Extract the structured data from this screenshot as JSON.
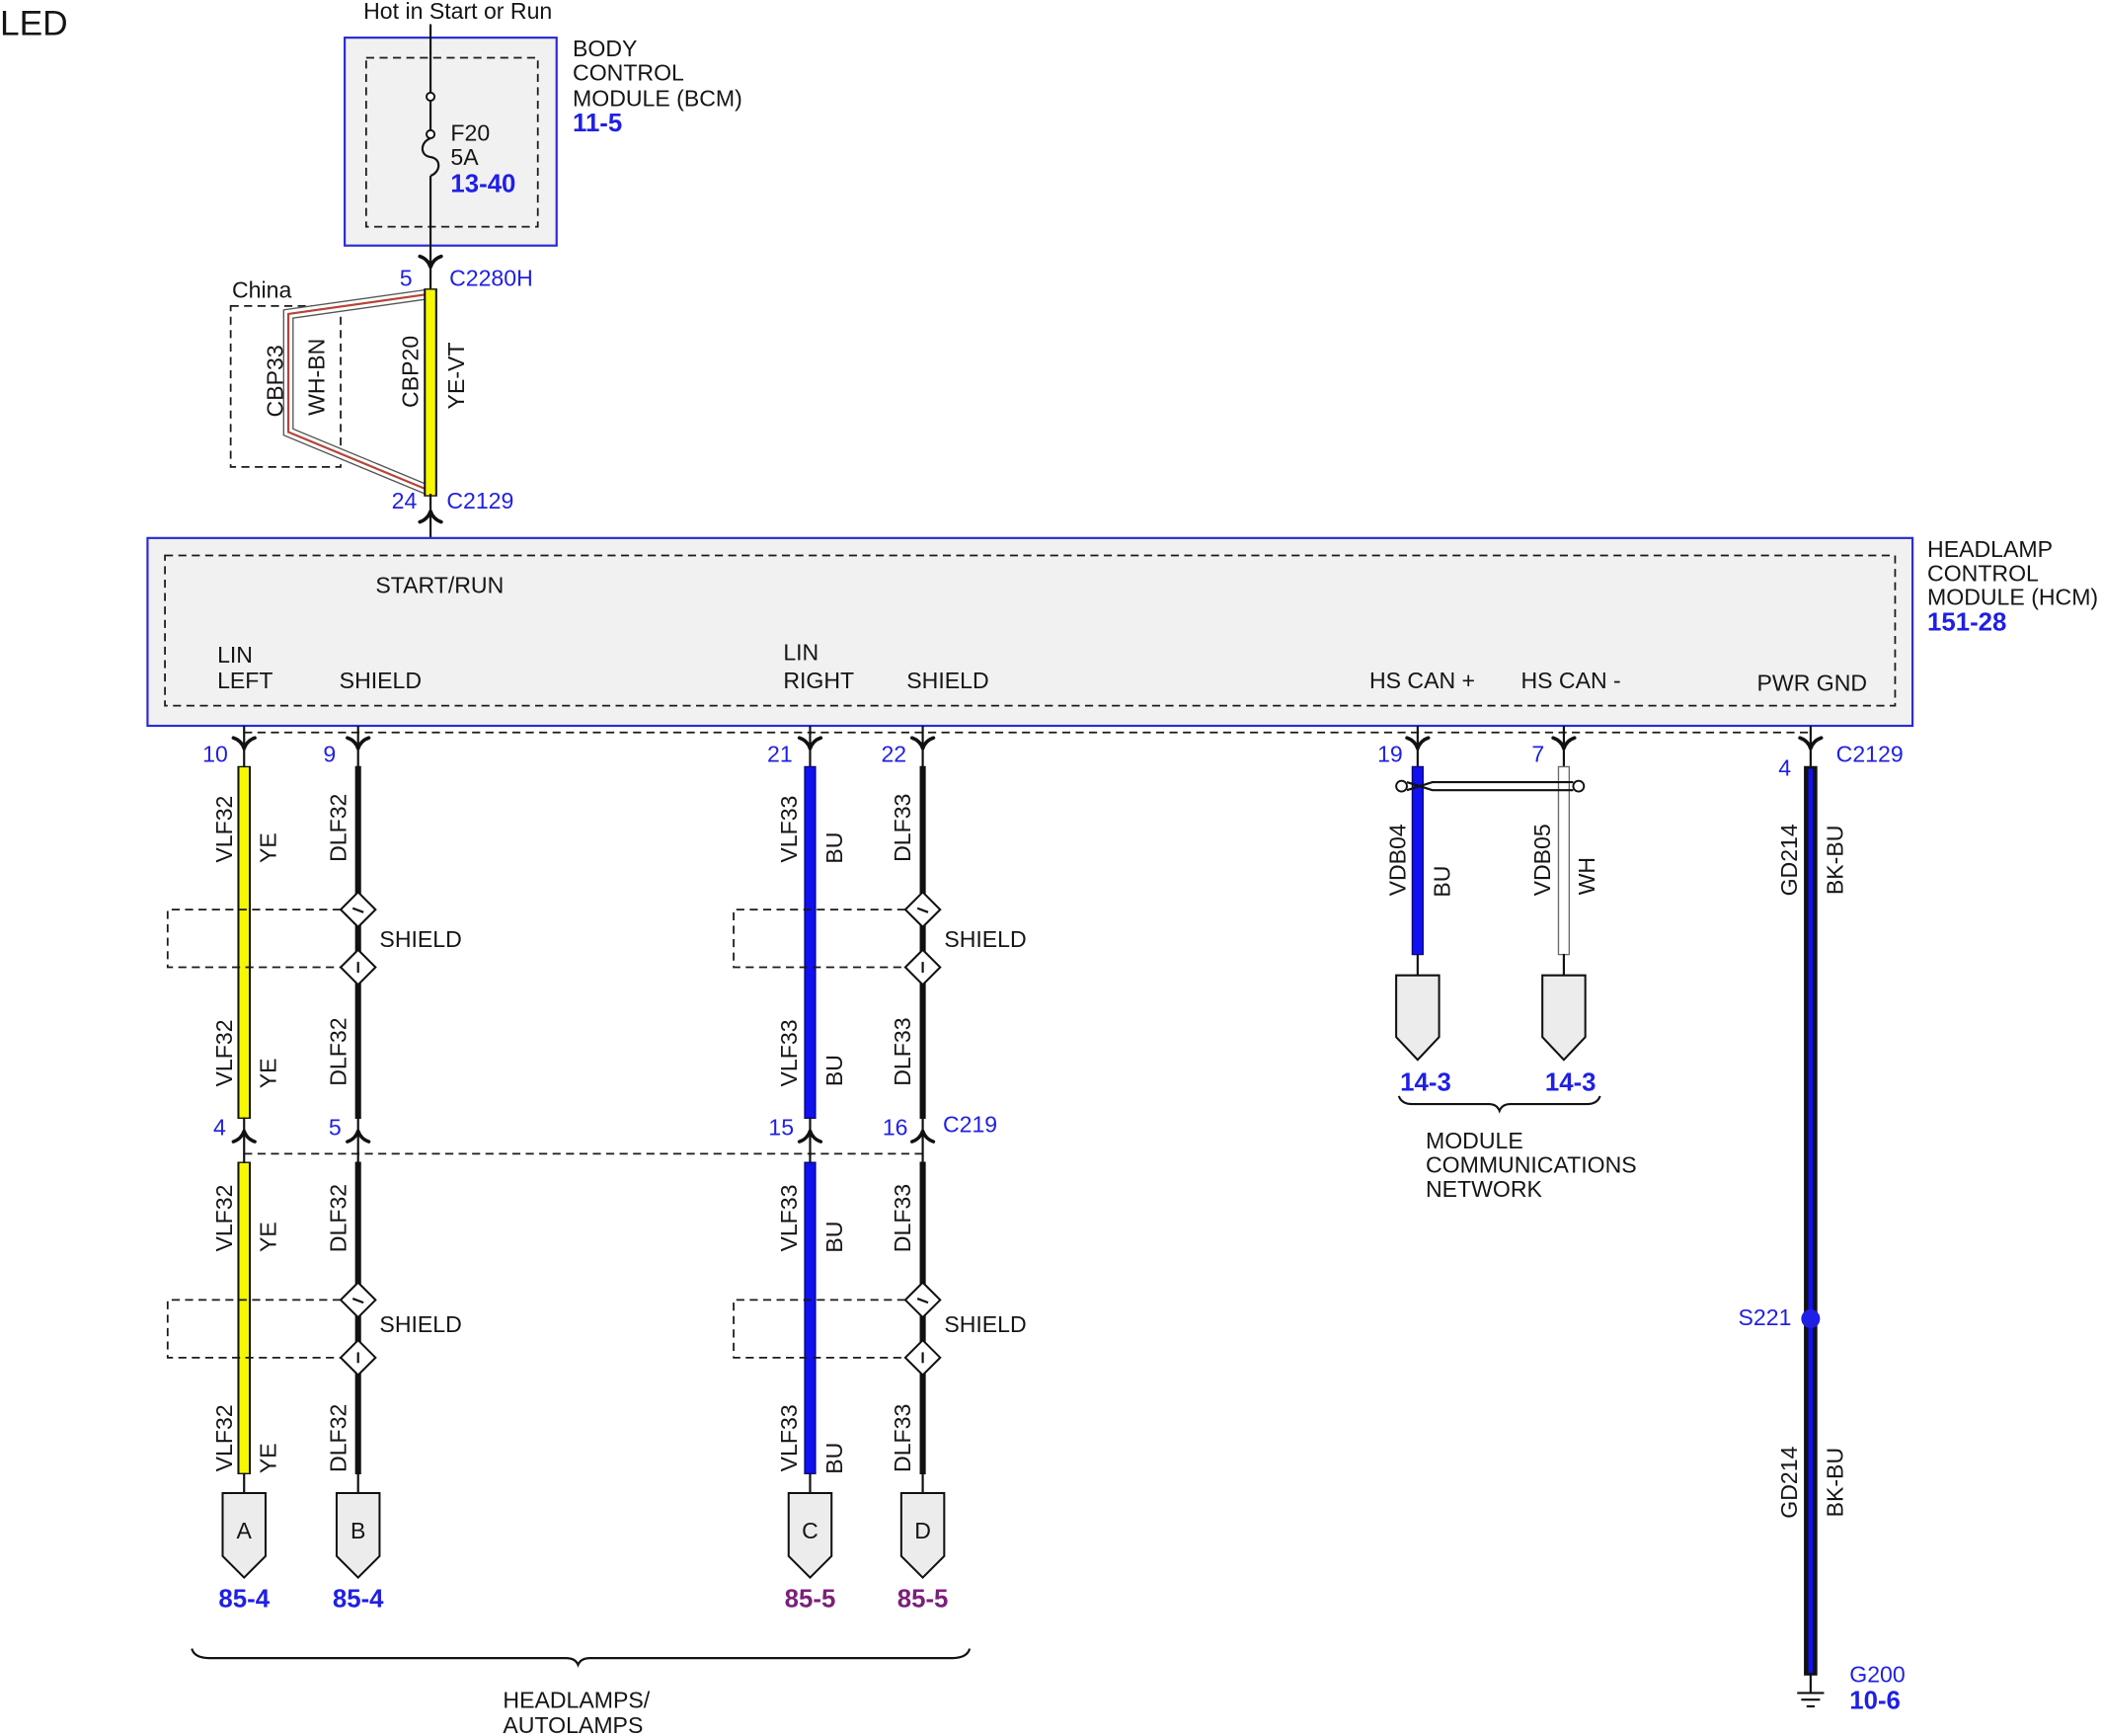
{
  "page_title_fragment": "LED",
  "power_source": "Hot in Start or Run",
  "bcm": {
    "label_lines": [
      "BODY",
      "CONTROL",
      "MODULE (BCM)"
    ],
    "ref": "11-5",
    "fuse": {
      "name": "F20",
      "rating": "5A",
      "ref": "13-40"
    }
  },
  "connector_c2280h": {
    "name": "C2280H",
    "pin": "5"
  },
  "start_run_circuit": {
    "circuit": "CBP20",
    "color": "YE-VT"
  },
  "china_variant": {
    "label": "China",
    "circuit": "CBP33",
    "color": "WH-BN"
  },
  "connector_c2129_start": {
    "name": "C2129",
    "pin": "24"
  },
  "hcm": {
    "label_lines": [
      "HEADLAMP",
      "CONTROL",
      "MODULE (HCM)"
    ],
    "ref": "151-28",
    "pins": {
      "start_run": "START/RUN",
      "lin_left": [
        "LIN",
        "LEFT"
      ],
      "shield_left": "SHIELD",
      "lin_right": [
        "LIN",
        "RIGHT"
      ],
      "shield_right": "SHIELD",
      "hs_can_plus": "HS CAN +",
      "hs_can_minus": "HS CAN -",
      "pwr_gnd": "PWR GND"
    }
  },
  "connector_c2129": {
    "name": "C2129",
    "pins": {
      "lin_left": "10",
      "shield_left": "9",
      "lin_right": "21",
      "shield_right": "22",
      "hs_can_plus": "19",
      "hs_can_minus": "7",
      "pwr_gnd": "4"
    }
  },
  "connector_c219": {
    "name": "C219",
    "pins": {
      "lin_left": "4",
      "shield_left": "5",
      "lin_right": "15",
      "shield_right": "16"
    }
  },
  "circuits": {
    "lin_left": {
      "circuit": "VLF32",
      "color": "YE"
    },
    "shield_left": {
      "circuit": "DLF32"
    },
    "lin_right": {
      "circuit": "VLF33",
      "color": "BU"
    },
    "shield_right": {
      "circuit": "DLF33"
    },
    "hs_can_plus": {
      "circuit": "VDB04",
      "color": "BU"
    },
    "hs_can_minus": {
      "circuit": "VDB05",
      "color": "WH"
    },
    "pwr_gnd": {
      "circuit": "GD214",
      "color": "BK-BU"
    }
  },
  "shield_label": "SHIELD",
  "headlamp_connectors": [
    {
      "letter": "A",
      "ref": "85-4"
    },
    {
      "letter": "B",
      "ref": "85-4"
    },
    {
      "letter": "C",
      "ref": "85-5"
    },
    {
      "letter": "D",
      "ref": "85-5"
    }
  ],
  "headlamp_group_label": [
    "HEADLAMPS/",
    "AUTOLAMPS"
  ],
  "network_connectors": [
    {
      "ref": "14-3"
    },
    {
      "ref": "14-3"
    }
  ],
  "network_group_label": [
    "MODULE",
    "COMMUNICATIONS",
    "NETWORK"
  ],
  "splice": {
    "name": "S221"
  },
  "ground": {
    "name": "G200",
    "ref": "10-6"
  },
  "colors": {
    "ref_blue": "#1f1fe6",
    "ref_purple": "#7b1f7b",
    "module_outline": "#2a2ad6",
    "module_fill": "#f1f1f1",
    "wire_yellow": "#f7f700",
    "wire_blue": "#1010f0",
    "wire_white": "#ffffff",
    "wire_black": "#111111",
    "wire_brown_stripe": "#b5443a",
    "connector_fill": "#ececec"
  }
}
